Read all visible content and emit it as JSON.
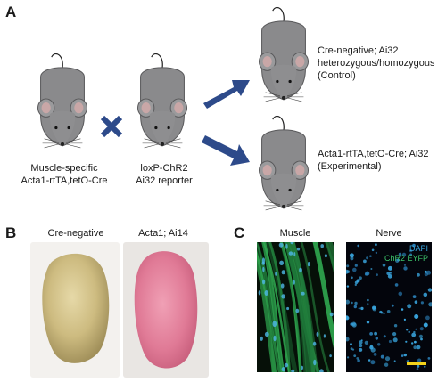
{
  "panelA": {
    "letter": "A",
    "parent1": [
      "Muscle-specific",
      "Acta1-rtTA,tetO-Cre"
    ],
    "parent2": [
      "loxP-ChR2",
      "Ai32 reporter"
    ],
    "offspring1": [
      "Cre-negative; Ai32",
      "heterozygous/homozygous",
      "(Control)"
    ],
    "offspring2": [
      "Acta1-rtTA,tetO-Cre; Ai32",
      "(Experimental)"
    ]
  },
  "panelB": {
    "letter": "B",
    "label1": "Cre-negative",
    "label2": "Acta1; Ai14"
  },
  "panelC": {
    "letter": "C",
    "label1": "Muscle",
    "label2": "Nerve",
    "legend1": "DAPI",
    "legend2": "ChR2 EYFP"
  },
  "colors": {
    "mouse_body": "#8a8a8c",
    "arrow": "#2d4a8a",
    "dapi": "#3aa7e0",
    "eyfp": "#3cc46a",
    "scalebar": "#f2d21a"
  }
}
